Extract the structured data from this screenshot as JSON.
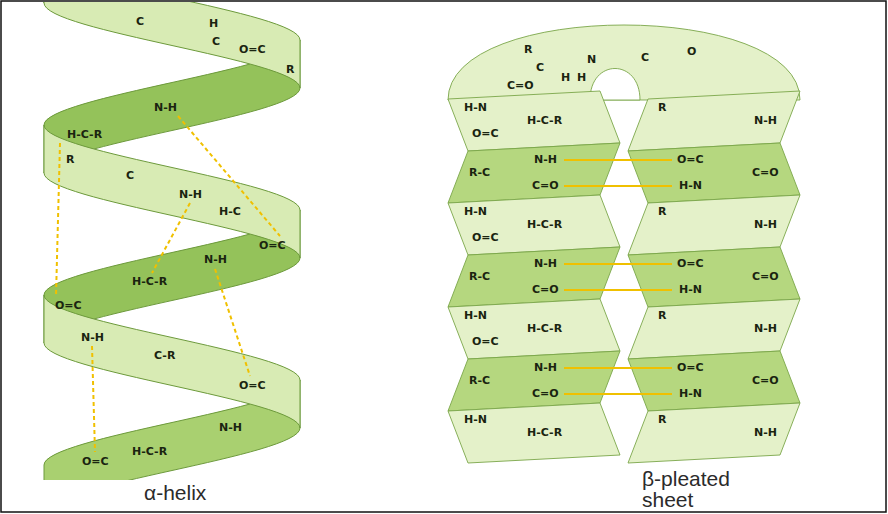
{
  "diagram": {
    "labels": [
      "C",
      "H",
      "C",
      "O=C",
      "R",
      "H-C-R",
      "N-H",
      "R",
      "C",
      "N-H",
      "H-C",
      "O=C",
      "H-C-R",
      "N-H",
      "O=C",
      "N-H",
      "C-R",
      "O=C",
      "H-C-R",
      "N-H",
      "O=C",
      "R",
      "C",
      "N",
      "C",
      "O",
      "C=O",
      "H",
      "H",
      "H-N",
      "H-C-R",
      "O=C",
      "N-H",
      "R-C",
      "C=O",
      "R",
      "N-H",
      "O=C",
      "C=O",
      "H-N",
      "H-N",
      "H-C-R",
      "O=C",
      "N-H",
      "R-C",
      "C=O",
      "R",
      "N-H",
      "O=C",
      "C=O",
      "H-N",
      "H-N",
      "H-C-R",
      "O=C",
      "N-H",
      "R-C",
      "C=O",
      "R",
      "N-H",
      "O=C",
      "C=O",
      "H-N",
      "H-N",
      "H-C-R",
      "R",
      "N-H",
      "α-helix",
      "β-pleated sheet"
    ]
  }
}
